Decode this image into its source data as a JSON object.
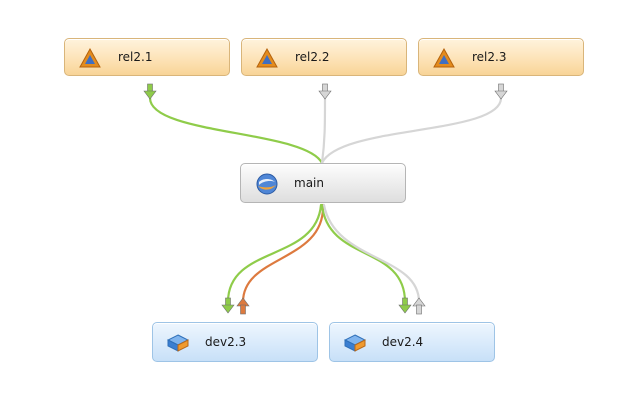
{
  "colors": {
    "merge_green": "#8fcc4a",
    "copy_orange": "#dd7a3f",
    "inactive_gray": "#c9c9c9",
    "release_fill": "#fde3b8",
    "dev_fill": "#d9eafb",
    "main_fill": "#ececec"
  },
  "streams": {
    "releases": [
      {
        "label": "rel2.1",
        "icon": "release-stream-icon"
      },
      {
        "label": "rel2.2",
        "icon": "release-stream-icon"
      },
      {
        "label": "rel2.3",
        "icon": "release-stream-icon"
      }
    ],
    "main": {
      "label": "main",
      "icon": "mainline-stream-icon"
    },
    "developments": [
      {
        "label": "dev2.3",
        "icon": "development-stream-icon"
      },
      {
        "label": "dev2.4",
        "icon": "development-stream-icon"
      }
    ]
  },
  "flows": [
    {
      "from": "rel2.1",
      "to": "main",
      "status": "merge-pending",
      "color": "#8fcc4a",
      "indicator": "merge-down-arrow-icon"
    },
    {
      "from": "rel2.2",
      "to": "main",
      "status": "idle",
      "color": "#d6d6d6",
      "indicator": "merge-down-arrow-icon"
    },
    {
      "from": "rel2.3",
      "to": "main",
      "status": "idle",
      "color": "#d6d6d6",
      "indicator": "merge-down-arrow-icon"
    },
    {
      "from": "main",
      "to": "dev2.3",
      "status": "merge-pending",
      "color": "#8fcc4a",
      "indicator": "merge-down-arrow-icon"
    },
    {
      "from": "dev2.3",
      "to": "main",
      "status": "copy-pending",
      "color": "#dd7a3f",
      "indicator": "copy-up-arrow-icon"
    },
    {
      "from": "main",
      "to": "dev2.4",
      "status": "merge-pending",
      "color": "#8fcc4a",
      "indicator": "merge-down-arrow-icon"
    },
    {
      "from": "dev2.4",
      "to": "main",
      "status": "idle",
      "color": "#d6d6d6",
      "indicator": "copy-up-arrow-icon"
    }
  ]
}
